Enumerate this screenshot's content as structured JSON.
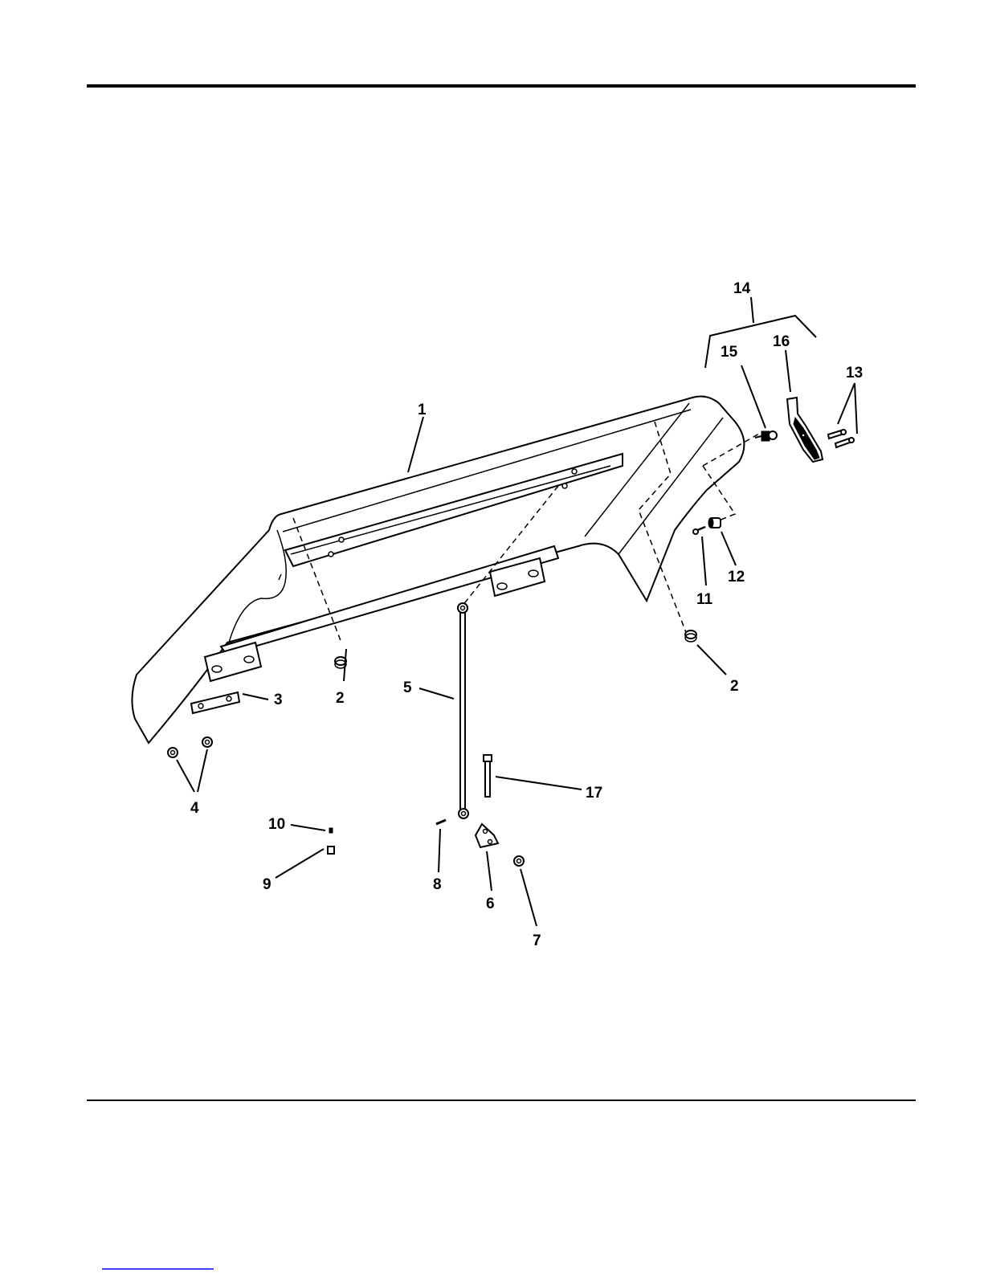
{
  "diagram": {
    "callouts": [
      {
        "label": "1"
      },
      {
        "label": "2"
      },
      {
        "label": "2"
      },
      {
        "label": "3"
      },
      {
        "label": "4"
      },
      {
        "label": "5"
      },
      {
        "label": "6"
      },
      {
        "label": "7"
      },
      {
        "label": "8"
      },
      {
        "label": "9"
      },
      {
        "label": "10"
      },
      {
        "label": "11"
      },
      {
        "label": "12"
      },
      {
        "label": "13"
      },
      {
        "label": "14"
      },
      {
        "label": "15"
      },
      {
        "label": "16"
      },
      {
        "label": "17"
      }
    ]
  },
  "colors": {
    "ink": "#000000",
    "paper": "#ffffff",
    "footer_link_underline": "#0000ff"
  }
}
